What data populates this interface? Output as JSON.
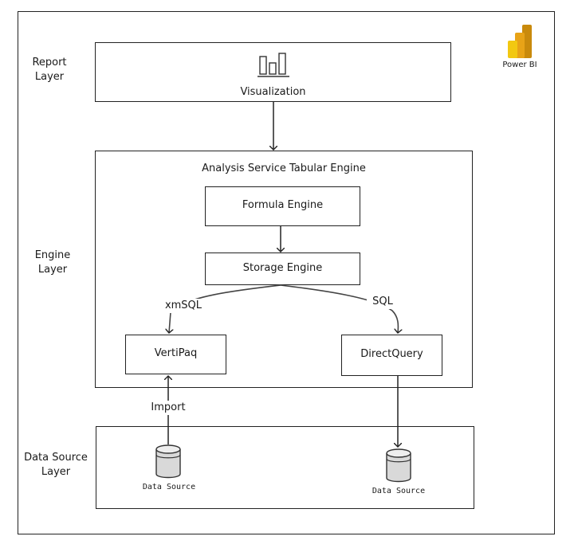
{
  "layers": {
    "report": "Report\nLayer",
    "engine": "Engine\nLayer",
    "datasource": "Data Source\nLayer"
  },
  "boxes": {
    "visualization": "Visualization",
    "engine_title": "Analysis Service Tabular Engine",
    "formula": "Formula Engine",
    "storage": "Storage Engine",
    "vertipaq": "VertiPaq",
    "directquery": "DirectQuery"
  },
  "edges": {
    "xmsql": "xmSQL",
    "sql": "SQL",
    "import": "Import"
  },
  "data_sources": {
    "left": "Data Source",
    "right": "Data Source"
  },
  "logo": {
    "label": "Power BI",
    "colors": [
      "#F2C811",
      "#E8A317",
      "#C98A0C"
    ],
    "icon": "power-bi-icon"
  }
}
